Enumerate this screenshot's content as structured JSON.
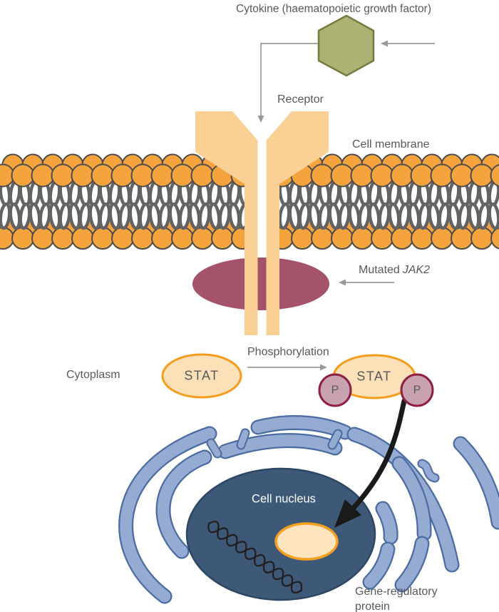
{
  "labels": {
    "cytokine": "Cytokine (haematopoietic growth factor)",
    "receptor": "Receptor",
    "cell_membrane": "Cell membrane",
    "mutated_prefix": "Mutated",
    "mutated_gene": "JAK2",
    "cytoplasm": "Cytoplasm",
    "phosphorylation": "Phosphorylation",
    "stat_left": "STAT",
    "stat_right": "STAT",
    "phosphate_left": "P",
    "phosphate_right": "P",
    "cell_nucleus": "Cell nucleus",
    "gene_regulatory_line1": "Gene-regulatory",
    "gene_regulatory_line2": "protein"
  },
  "colors": {
    "text": "#58595b",
    "arrow": "#97999c",
    "hexagon_fill": "#adb173",
    "hexagon_stroke": "#767a3e",
    "membrane_head": "#f5a33c",
    "membrane_head_stroke": "#4d4d4d",
    "tail": "#636363",
    "receptor": "#fbd095",
    "jak2": "#a4536a",
    "stat_fill": "#fce0b8",
    "stat_stroke": "#f49d1d",
    "p_fill": "#c8a2b1",
    "p_stroke": "#8e1f43",
    "black_arrow": "#1a1a1a",
    "nucleus_fill": "#3d5977",
    "nucleus_stroke": "#2c4766",
    "er_fill": "#96abd2",
    "er_stroke": "#4a6ca3",
    "protein_fill": "#fee5bf",
    "protein_stroke": "#f5a01f",
    "nucleus_label": "#ffffff"
  }
}
